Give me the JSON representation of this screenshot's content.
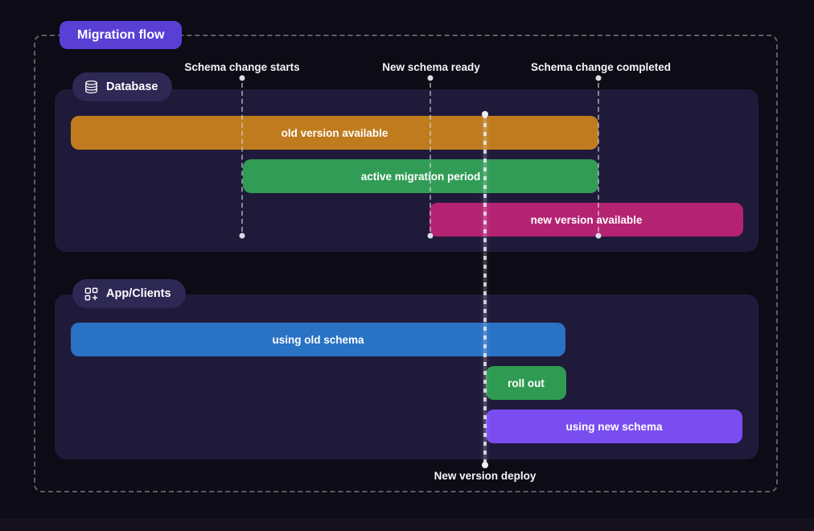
{
  "title": {
    "label": "Migration flow",
    "color": "#5a3fd4"
  },
  "timeline": {
    "markers": [
      {
        "label": "Schema change starts"
      },
      {
        "label": "New schema ready"
      },
      {
        "label": "Schema change completed"
      }
    ],
    "deploy": {
      "label": "New version deploy"
    }
  },
  "sections": [
    {
      "label": "Database",
      "icon": "database-icon",
      "bars": [
        {
          "label": "old version available",
          "color": "#bf7b1e"
        },
        {
          "label": "active migration period",
          "color": "#319c56"
        },
        {
          "label": "new version available",
          "color": "#b32371"
        }
      ]
    },
    {
      "label": "App/Clients",
      "icon": "apps-icon",
      "bars": [
        {
          "label": "using old schema",
          "color": "#2a72c4"
        },
        {
          "label": "roll out",
          "color": "#2f9b52"
        },
        {
          "label": "using new schema",
          "color": "#7a4df1"
        }
      ]
    }
  ],
  "colors": {
    "background": "#0d0b15",
    "panel": "#201a3a",
    "section_badge": "#2d2854",
    "frame_dash": "#9e9eaa"
  }
}
